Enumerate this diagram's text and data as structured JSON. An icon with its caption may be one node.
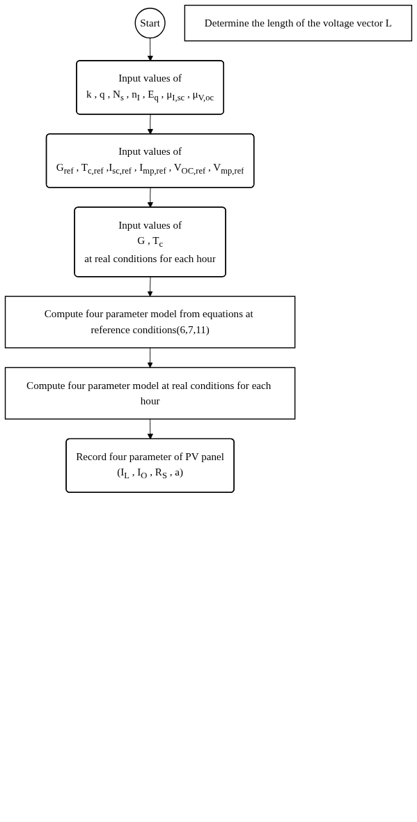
{
  "diagram": {
    "nodes": [
      {
        "text": [
          "Start"
        ]
      },
      {
        "text": [
          "Input values of",
          "k , q , N$_{s}$ , n$_{I}$ , E$_{q}$ , μ$_{I,sc}$ , μ$_{V,oc}$"
        ]
      },
      {
        "text": [
          "Input values of",
          "G$_{ref}$ , T$_{c,ref}$ ,I$_{sc,ref}$ , I$_{mp,ref}$ , V$_{OC,ref}$ , V$_{mp,ref}$"
        ]
      },
      {
        "text": [
          "Input values of",
          "G , T$_{c}$",
          "at real conditions for each hour"
        ]
      },
      {
        "text": [
          "Compute four parameter model from equations at reference conditions(6,7,11)"
        ]
      },
      {
        "text": [
          "Compute four parameter model at real conditions for each hour"
        ]
      },
      {
        "text": [
          "Record four parameter of PV panel",
          "(I$_{L}$ , I$_{O}$ , R$_{S}$ , a)"
        ]
      },
      {
        "text": [
          "Determine the length of the voltage vector L"
        ]
      }
    ],
    "edges": [
      {
        "from": 0,
        "to": 1,
        "arrow": "to"
      },
      {
        "from": 1,
        "to": 2,
        "arrow": "to"
      },
      {
        "from": 2,
        "to": 3,
        "arrow": "to"
      },
      {
        "from": 3,
        "to": 4,
        "arrow": "to"
      },
      {
        "from": 4,
        "to": 5,
        "arrow": "to"
      },
      {
        "from": 5,
        "to": 6,
        "arrow": "to"
      }
    ]
  }
}
